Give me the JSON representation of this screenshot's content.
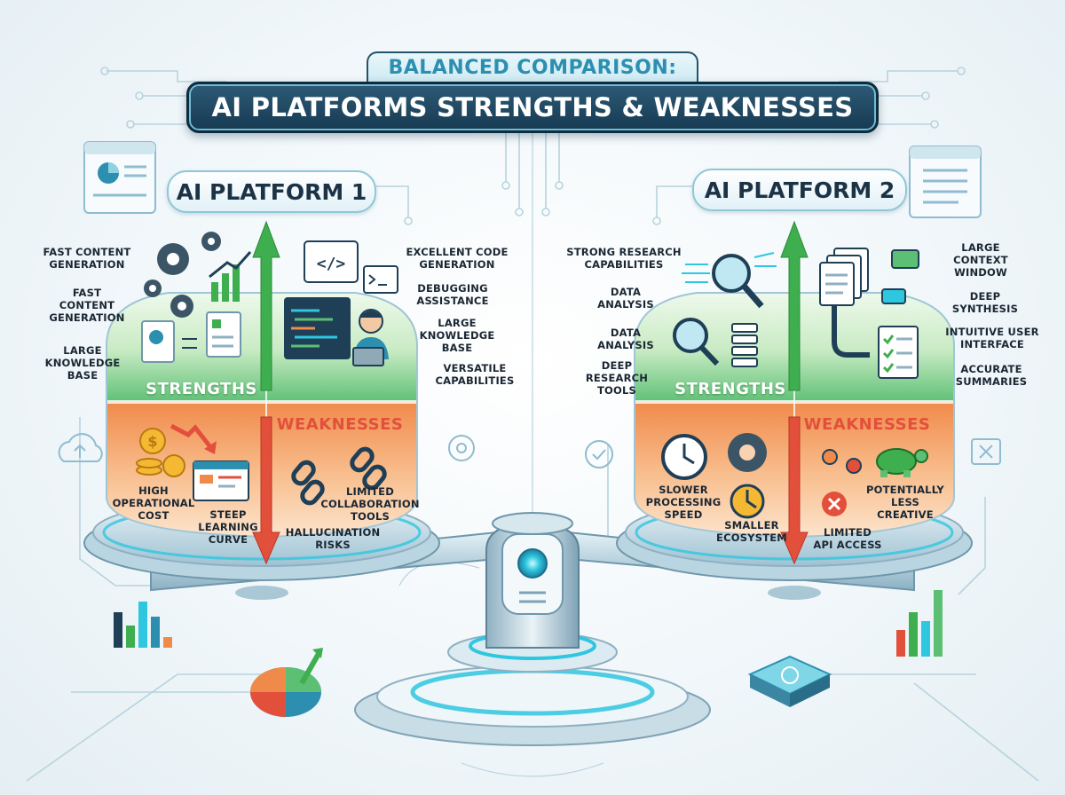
{
  "title": {
    "line1": "BALANCED COMPARISON:",
    "line2": "AI PLATFORMS STRENGTHS & WEAKNESSES"
  },
  "platform1": {
    "name": "AI PLATFORM 1",
    "strengths_heading": "STRENGTHS",
    "weaknesses_heading": "WEAKNESSES",
    "left_strengths": [
      "FAST CONTENT\nGENERATION",
      "FAST\nCONTENT\nGENERATION",
      "LARGE\nKNOWLEDGE\nBASE"
    ],
    "right_strengths": [
      "EXCELLENT CODE\nGENERATION",
      "DEBUGGING\nASSISTANCE",
      "LARGE\nKNOWLEDGE\nBASE",
      "VERSATILE\nCAPABILITIES"
    ],
    "weaknesses": [
      "HIGH\nOPERATIONAL\nCOST",
      "STEEP\nLEARNING\nCURVE",
      "LIMITED\nCOLLABORATION\nTOOLS",
      "HALLUCINATION\nRISKS"
    ]
  },
  "platform2": {
    "name": "AI PLATFORM 2",
    "strengths_heading": "STRENGTHS",
    "weaknesses_heading": "WEAKNESSES",
    "left_strengths": [
      "STRONG RESEARCH\nCAPABILITIES",
      "DATA\nANALYSIS",
      "DATA\nANALYSIS",
      "DEEP\nRESEARCH\nTOOLS"
    ],
    "right_strengths": [
      "LARGE\nCONTEXT\nWINDOW",
      "DEEP\nSYNTHESIS",
      "INTUITIVE USER\nINTERFACE",
      "ACCURATE\nSUMMARIES"
    ],
    "weaknesses": [
      "SLOWER\nPROCESSING\nSPEED",
      "SMALLER\nECOSYSTEM",
      "POTENTIALLY\nLESS\nCREATIVE",
      "LIMITED\nAPI ACCESS"
    ]
  },
  "colors": {
    "navy": "#173a52",
    "strengths_green": "#5cbf73",
    "weaknesses_orange": "#f08a4b",
    "accent_cyan": "#2fc6e0",
    "arrow_up": "#3fae4f",
    "arrow_down": "#e2503c"
  }
}
